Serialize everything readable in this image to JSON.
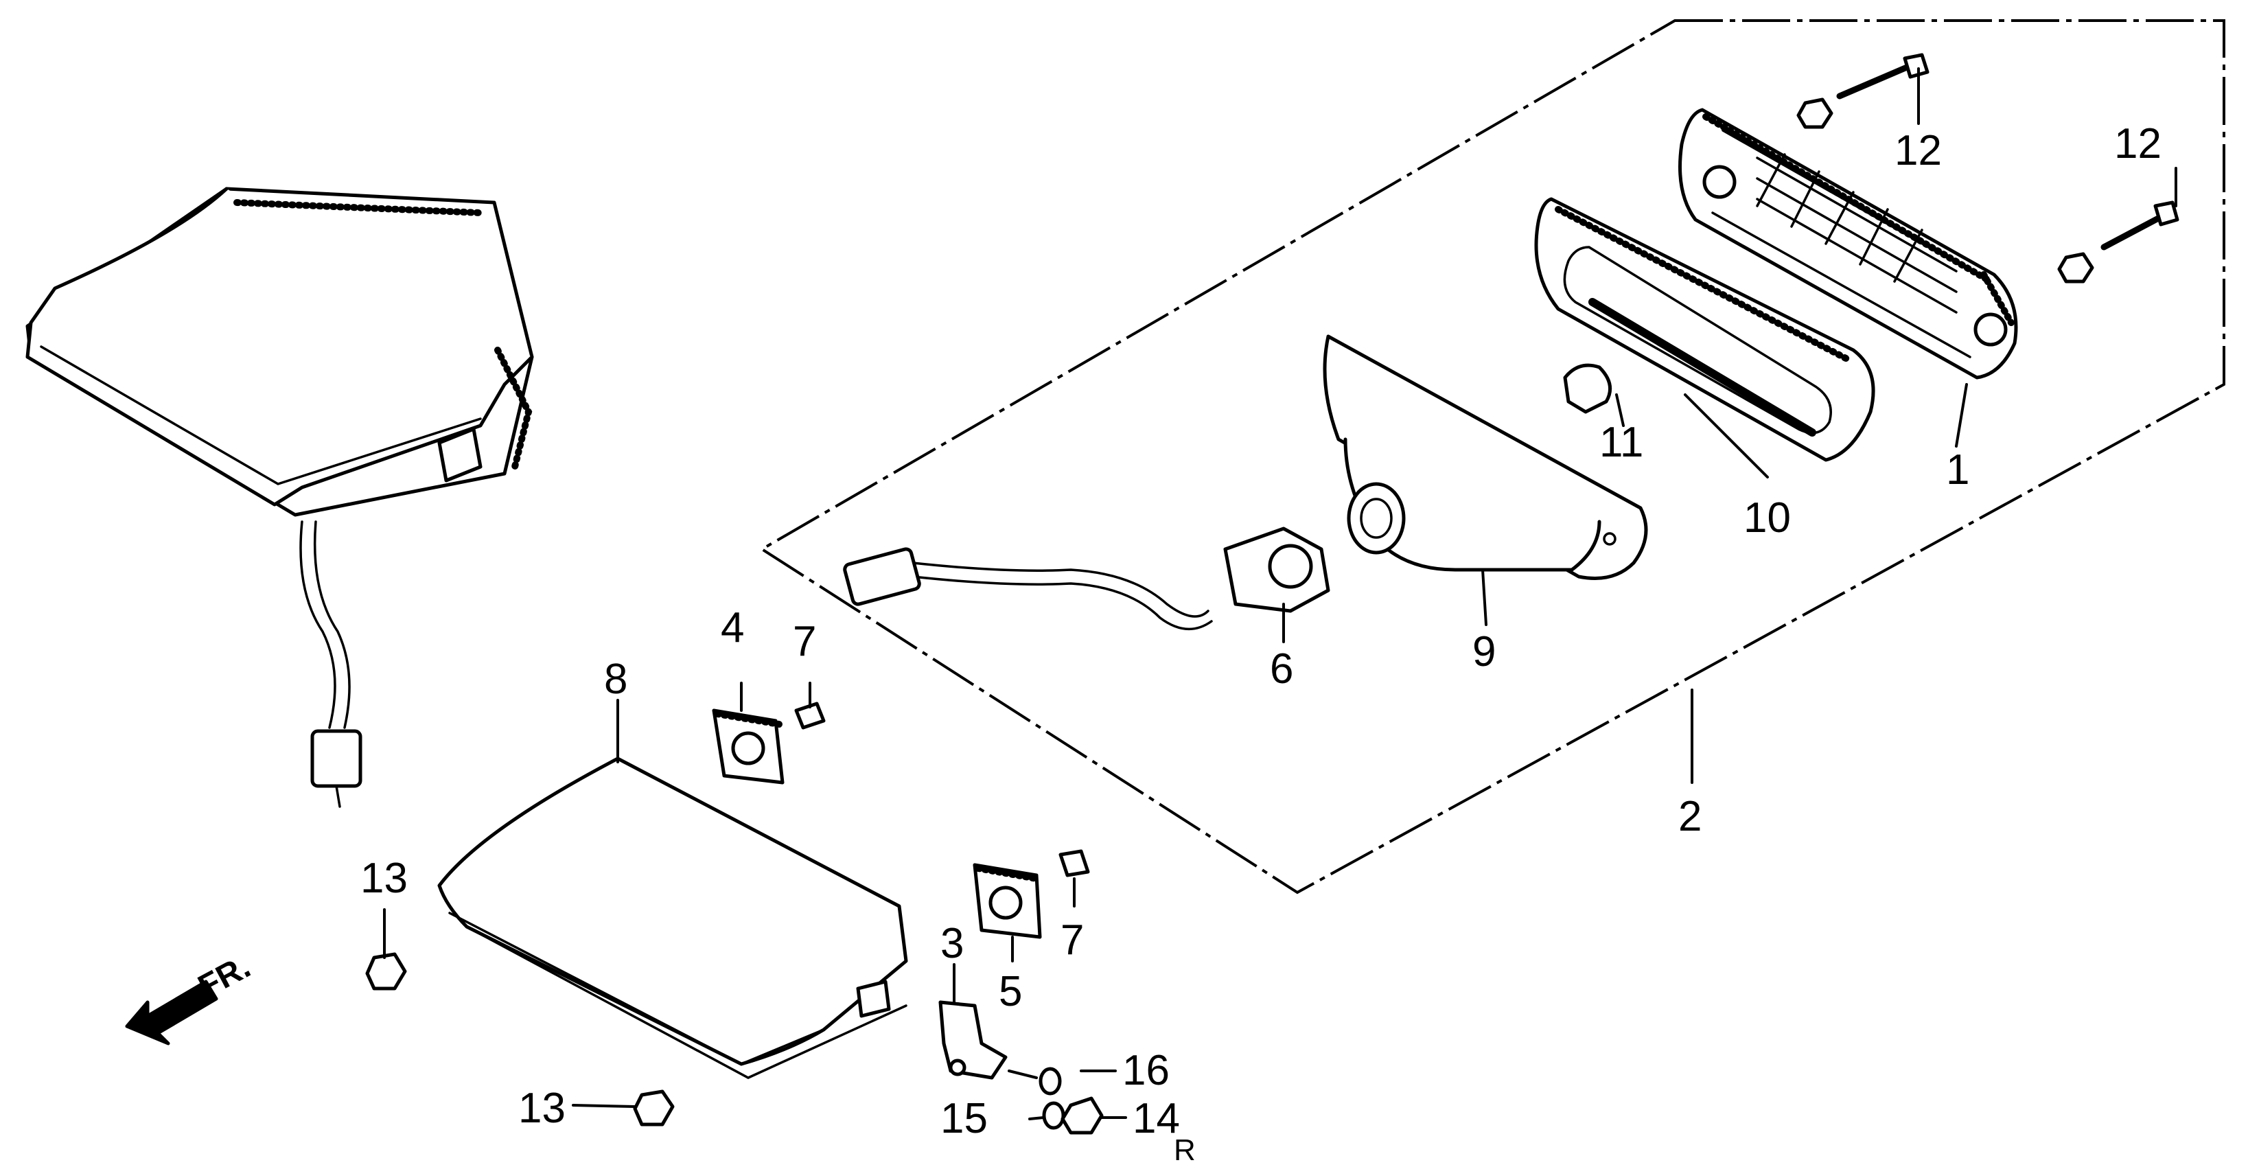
{
  "callouts": {
    "c1": "1",
    "c2": "2",
    "c3": "3",
    "c4": "4",
    "c5": "5",
    "c6": "6",
    "c7a": "7",
    "c7b": "7",
    "c8": "8",
    "c9": "9",
    "c10": "10",
    "c11": "11",
    "c12a": "12",
    "c12b": "12",
    "c13a": "13",
    "c13b": "13",
    "c14": "14",
    "c15": "15",
    "c16": "16"
  },
  "direction_marker": "FR.",
  "corner_mark": "R"
}
